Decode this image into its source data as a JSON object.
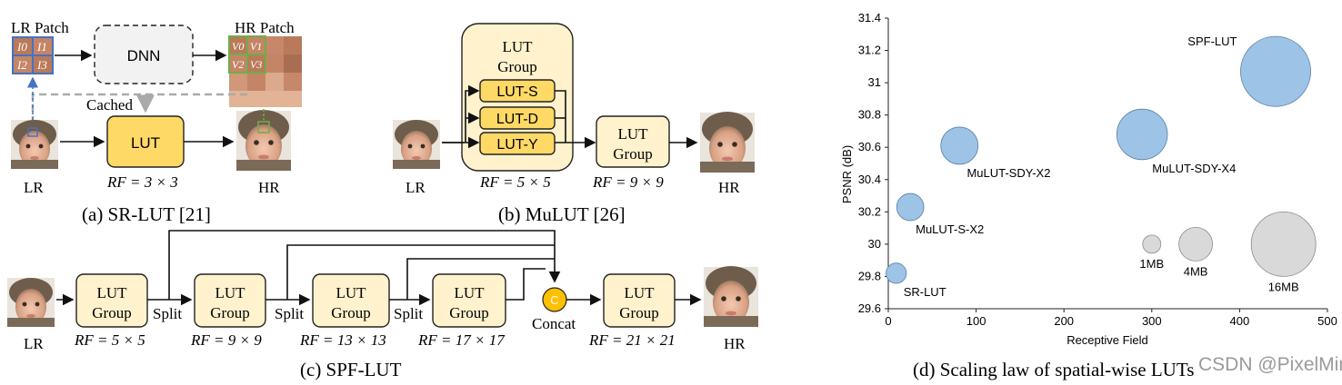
{
  "panel_a": {
    "lr_patch_label": "LR Patch",
    "hr_patch_label": "HR Patch",
    "dnn_label": "DNN",
    "cached_label": "Cached",
    "lut_label": "LUT",
    "rf_label": "RF = 3 × 3",
    "lr_label": "LR",
    "hr_label": "HR",
    "caption": "(a) SR-LUT [21]",
    "lr_cells": [
      "I0",
      "I1",
      "I2",
      "I3"
    ],
    "hr_cells": [
      "V0",
      "V1",
      "V2",
      "V3"
    ]
  },
  "panel_b": {
    "group_label_1": "LUT",
    "group_label_2": "Group",
    "lut_s": "LUT-S",
    "lut_d": "LUT-D",
    "lut_y": "LUT-Y",
    "rf_big": "RF = 5 × 5",
    "group2_line1": "LUT",
    "group2_line2": "Group",
    "rf_group2": "RF = 9 × 9",
    "lr_label": "LR",
    "hr_label": "HR",
    "caption": "(b) MuLUT [26]"
  },
  "panel_c": {
    "groups": [
      {
        "line1": "LUT",
        "line2": "Group",
        "rf": "RF = 5 × 5"
      },
      {
        "line1": "LUT",
        "line2": "Group",
        "rf": "RF = 9 × 9"
      },
      {
        "line1": "LUT",
        "line2": "Group",
        "rf": "RF = 13 × 13"
      },
      {
        "line1": "LUT",
        "line2": "Group",
        "rf": "RF = 17 × 17"
      },
      {
        "line1": "LUT",
        "line2": "Group",
        "rf": "RF = 21 × 21"
      }
    ],
    "split_label": "Split",
    "concat_symbol": "C",
    "concat_label": "Concat",
    "lr_label": "LR",
    "hr_label": "HR",
    "caption": "(c) SPF-LUT"
  },
  "panel_d": {
    "caption": "(d) Scaling law of spatial-wise LUTs",
    "watermark": "CSDN @PixelMind",
    "chart_data": {
      "type": "scatter",
      "xlabel": "Receptive Field",
      "ylabel": "PSNR (dB)",
      "xlim": [
        0,
        500
      ],
      "ylim": [
        29.6,
        31.4
      ],
      "xticks": [
        0,
        100,
        200,
        300,
        400,
        500
      ],
      "yticks": [
        29.6,
        29.8,
        30,
        30.2,
        30.4,
        30.6,
        30.8,
        31,
        31.2,
        31.4
      ],
      "grid": false,
      "points": [
        {
          "label": "SR-LUT",
          "x": 9,
          "y": 29.82,
          "size_mb": 1.3
        },
        {
          "label": "MuLUT-S-X2",
          "x": 25,
          "y": 30.23,
          "size_mb": 2.5
        },
        {
          "label": "MuLUT-SDY-X2",
          "x": 81,
          "y": 30.61,
          "size_mb": 5
        },
        {
          "label": "MuLUT-SDY-X4",
          "x": 289,
          "y": 30.68,
          "size_mb": 9.6
        },
        {
          "label": "SPF-LUT",
          "x": 441,
          "y": 31.07,
          "size_mb": 19
        }
      ],
      "size_legend": [
        {
          "label": "1MB",
          "x": 300,
          "y": 30.0,
          "size_mb": 1
        },
        {
          "label": "4MB",
          "x": 350,
          "y": 30.0,
          "size_mb": 4
        },
        {
          "label": "16MB",
          "x": 450,
          "y": 30.0,
          "size_mb": 16
        }
      ],
      "colors": {
        "points": "#9dc3e6",
        "legend": "#d9d9d9"
      }
    }
  }
}
